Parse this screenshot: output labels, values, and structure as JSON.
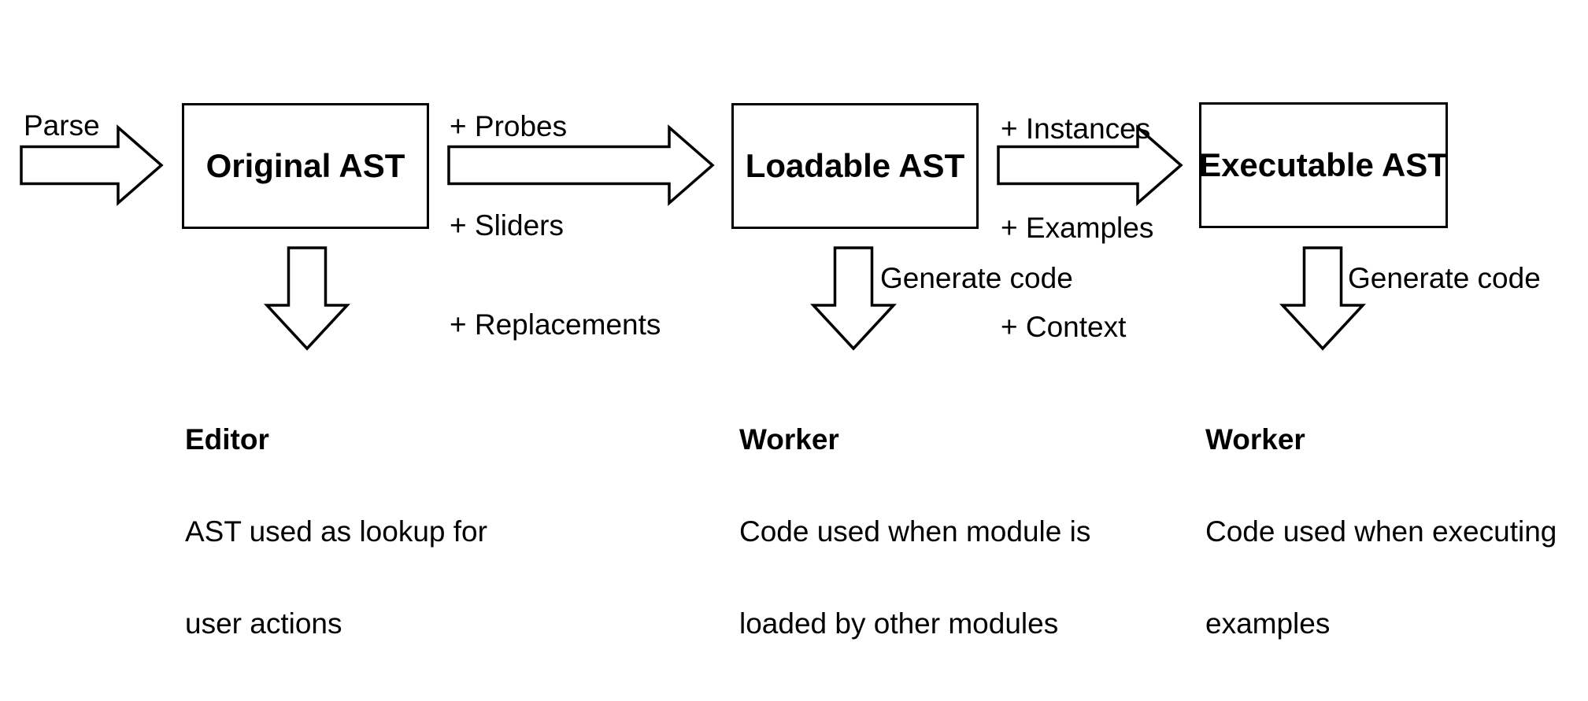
{
  "diagram": {
    "title": "AST pipeline diagram",
    "boxes": [
      {
        "label": "Original AST"
      },
      {
        "label": "Loadable AST"
      },
      {
        "label": "Executable AST"
      }
    ],
    "arrow_labels": {
      "parse": "Parse",
      "to_loadable": [
        "+ Probes",
        "+ Sliders",
        "+ Replacements"
      ],
      "to_executable": [
        "+ Instances",
        "+ Examples",
        "+ Context"
      ],
      "generate_code_loadable": "Generate code",
      "generate_code_executable": "Generate code"
    },
    "outputs": [
      {
        "title": "Editor",
        "lines": [
          "AST used as lookup for",
          "user actions"
        ]
      },
      {
        "title": "Worker",
        "lines": [
          "Code used when module is",
          "loaded by other modules"
        ]
      },
      {
        "title": "Worker",
        "lines": [
          "Code used when executing",
          "examples"
        ]
      }
    ],
    "colors": {
      "ink": "#000000",
      "paper": "#ffffff"
    }
  }
}
